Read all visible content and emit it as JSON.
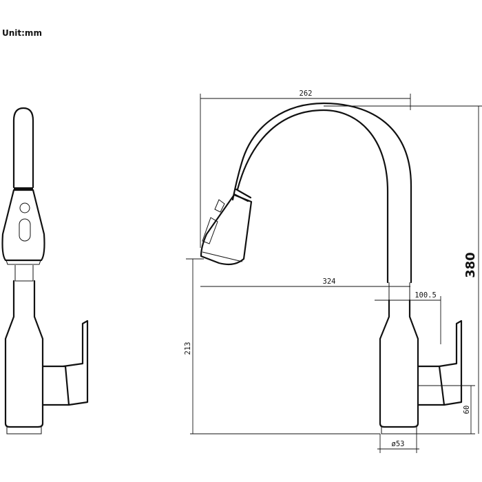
{
  "unit_label": "Unit:mm",
  "dimensions": {
    "spout_reach": "262",
    "total_height": "380",
    "total_width": "324",
    "handle_width": "100.5",
    "spout_height": "213",
    "handle_height": "60",
    "base_diameter": "ø53"
  }
}
